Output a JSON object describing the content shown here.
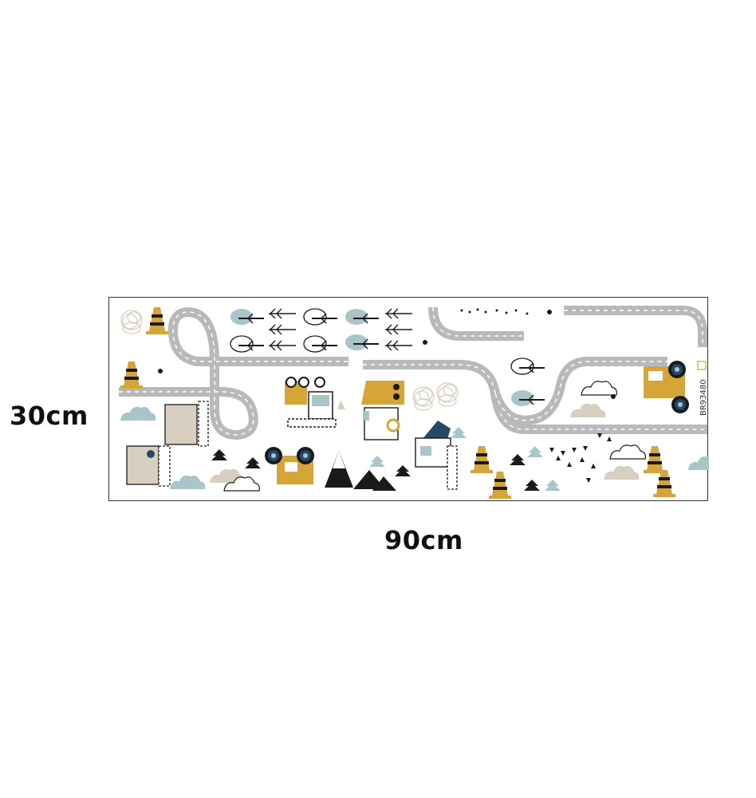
{
  "dimensions": {
    "height": "30cm",
    "width": "90cm"
  },
  "sticker_sheet": {
    "product_code": "BR93480",
    "colors": {
      "road": "#b8b9bb",
      "road_marking": "#ffffff",
      "mustard": "#d6a53a",
      "teal_gray": "#a9c5c9",
      "navy": "#27486a",
      "beige": "#d9cfc0",
      "black": "#1a1a1a"
    },
    "icons": [
      "road-curve-icon",
      "road-loop-icon",
      "traffic-cone-icon",
      "tree-icon",
      "arrow-tree-icon",
      "cloud-icon",
      "mountain-icon",
      "dump-truck-icon",
      "excavator-icon",
      "bulldozer-icon",
      "crane-truck-icon",
      "roller-icon",
      "yarn-tangle-icon",
      "triangle-confetti-icon"
    ]
  }
}
